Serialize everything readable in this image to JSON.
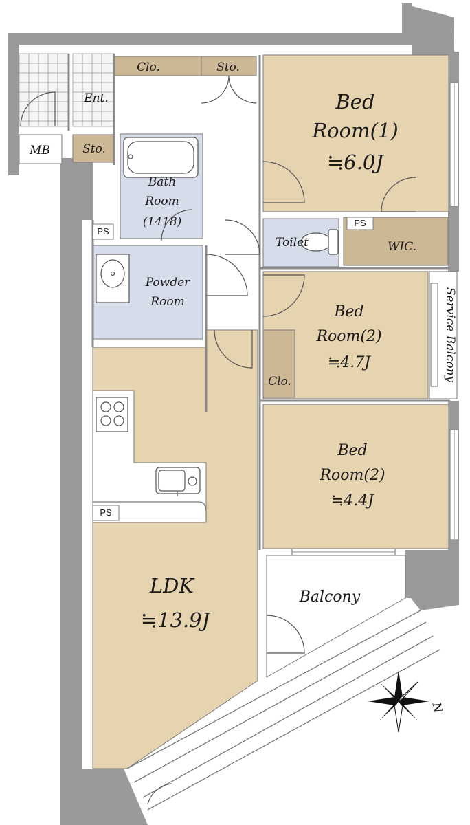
{
  "rooms": {
    "bed1": {
      "line1": "Bed",
      "line2": "Room(1)",
      "line3": "≒6.0J"
    },
    "bed2a": {
      "line1": "Bed",
      "line2": "Room(2)",
      "line3": "≒4.7J"
    },
    "bed2b": {
      "line1": "Bed",
      "line2": "Room(2)",
      "line3": "≒4.4J"
    },
    "ldk": {
      "line1": "LDK",
      "line2": "≒13.9J"
    },
    "bath": {
      "line1": "Bath",
      "line2": "Room",
      "line3": "(1418)"
    },
    "powder": {
      "line1": "Powder",
      "line2": "Room"
    },
    "toilet": "Toilet",
    "wic": "WIC.",
    "entrance": "Ent.",
    "balcony": "Balcony",
    "service_balcony": "Service Balcony"
  },
  "storage": {
    "closet_top": "Clo.",
    "storage_top": "Sto.",
    "storage_entrance": "Sto.",
    "meter_box": "MB",
    "closet_bed2": "Clo."
  },
  "pipe_spaces": [
    "PS",
    "PS",
    "PS"
  ],
  "compass": {
    "north_label": "N"
  },
  "colors": {
    "bedroom": "#e6d3af",
    "storage": "#cdb895",
    "wet_area": "#d6dcea",
    "wall": "#9a9a9a",
    "outside": "#ffffff"
  }
}
